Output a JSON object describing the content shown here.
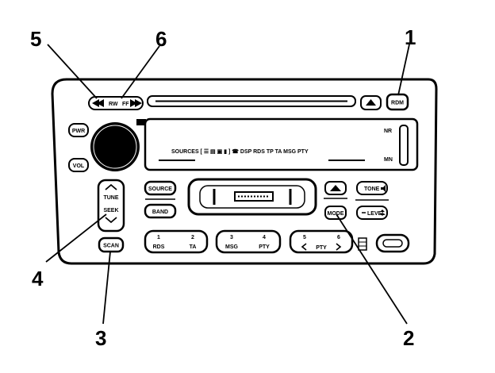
{
  "callouts": [
    "1",
    "2",
    "3",
    "4",
    "5",
    "6"
  ],
  "buttons": {
    "rw": "RW",
    "ff": "FF",
    "rdm": "RDM",
    "pwr": "PWR",
    "vol": "VOL",
    "tune": "TUNE",
    "seek": "SEEK",
    "source": "SOURCE",
    "band": "BAND",
    "tone": "TONE",
    "level": "LEVEL",
    "mode": "MODE",
    "scan": "SCAN",
    "preset1_num": "1",
    "preset1_label": "RDS",
    "preset2_num": "2",
    "preset2_label": "TA",
    "preset3_num": "3",
    "preset3_label": "MSG",
    "preset4_num": "4",
    "preset4_label": "PTY",
    "preset5_num": "5",
    "preset6_num": "6",
    "pty": "PTY"
  },
  "display": {
    "status_line": "SOURCES [ ☰ ▤ ▣ ▮ ] ☎ DSP RDS TP TA MSG PTY",
    "nr": "NR",
    "mn": "MN"
  }
}
